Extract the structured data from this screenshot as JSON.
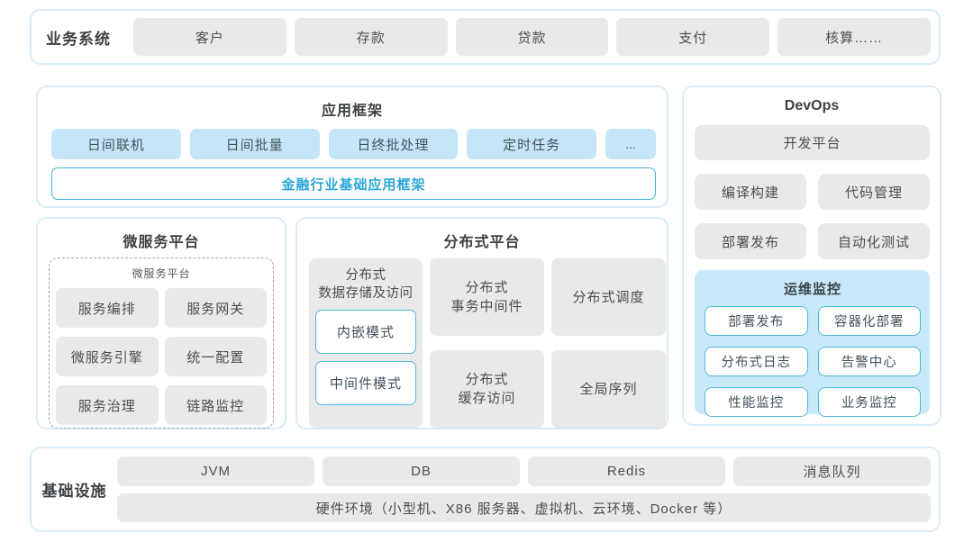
{
  "colors": {
    "panel_border": "#d7edf6",
    "gray_box": "#e9e9e9",
    "blue_box": "#c4e6f7",
    "monitor_bg": "#c8e9f8",
    "accent_blue_border": "#45b4da",
    "accent_blue_text": "#2aa7d6"
  },
  "business_systems": {
    "label": "业务系统",
    "items": [
      "客户",
      "存款",
      "贷款",
      "支付",
      "核算……"
    ]
  },
  "app_framework": {
    "title": "应用框架",
    "modules": [
      "日间联机",
      "日间批量",
      "日终批处理",
      "定时任务",
      "..."
    ],
    "base": "金融行业基础应用框架"
  },
  "microservice": {
    "title": "微服务平台",
    "inner_title": "微服务平台",
    "items": [
      "服务编排",
      "服务网关",
      "微服务引擎",
      "统一配置",
      "服务治理",
      "链路监控"
    ]
  },
  "distributed": {
    "title": "分布式平台",
    "storage": {
      "line1": "分布式",
      "line2": "数据存储及访问",
      "modes": [
        "内嵌模式",
        "中间件模式"
      ]
    },
    "transaction": {
      "line1": "分布式",
      "line2": "事务中间件"
    },
    "scheduling": "分布式调度",
    "cache": {
      "line1": "分布式",
      "line2": "缓存访问"
    },
    "sequence": "全局序列"
  },
  "devops": {
    "title": "DevOps",
    "platform": "开发平台",
    "tools": [
      "编译构建",
      "代码管理",
      "部署发布",
      "自动化测试"
    ],
    "monitoring": {
      "title": "运维监控",
      "items": [
        "部署发布",
        "容器化部署",
        "分布式日志",
        "告警中心",
        "性能监控",
        "业务监控"
      ]
    }
  },
  "infrastructure": {
    "label": "基础设施",
    "items": [
      "JVM",
      "DB",
      "Redis",
      "消息队列"
    ],
    "hardware": "硬件环境（小型机、X86 服务器、虚拟机、云环境、Docker 等）"
  }
}
